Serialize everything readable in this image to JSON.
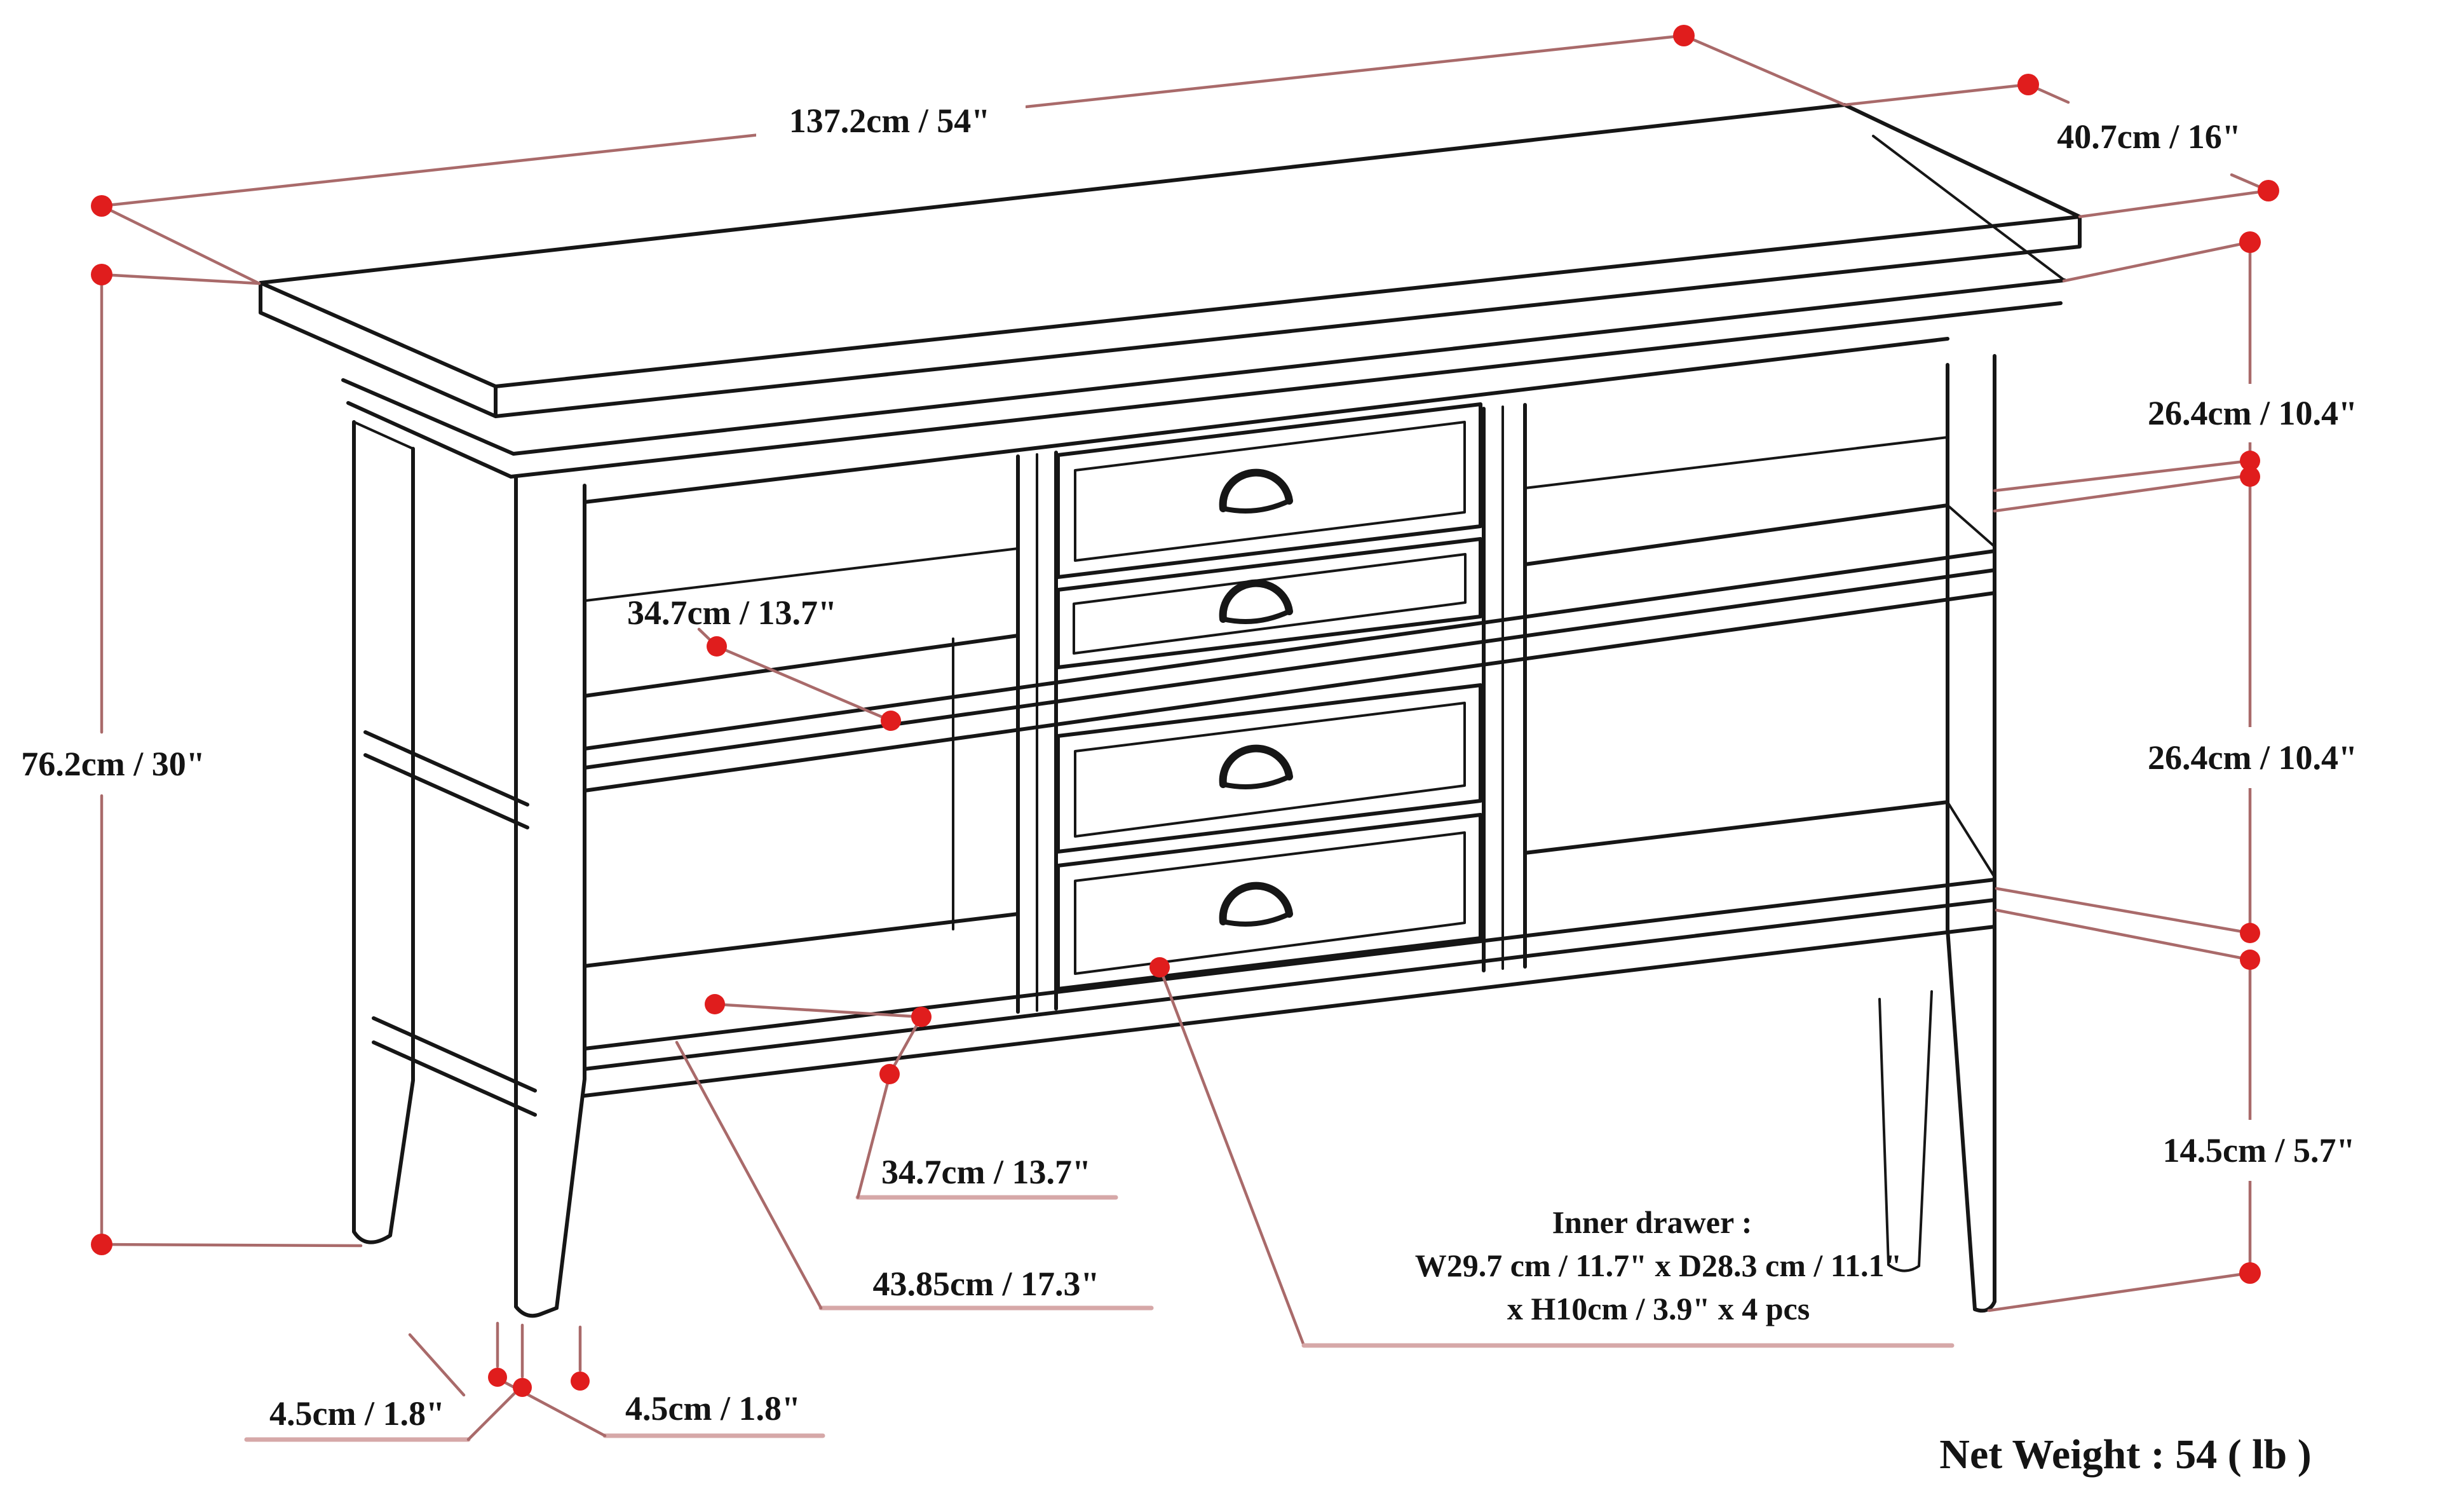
{
  "diagram": {
    "type": "furniture-dimension-diagram",
    "labels": {
      "overall_width": "137.2cm / 54\"",
      "top_depth": "40.7cm / 16\"",
      "upper_compartment_height": "26.4cm / 10.4\"",
      "lower_compartment_height": "26.4cm / 10.4\"",
      "leg_clearance_height": "14.5cm / 5.7\"",
      "overall_height": "76.2cm / 30\"",
      "mid_shelf_depth": "34.7cm / 13.7\"",
      "bottom_shelf_depth": "34.7cm / 13.7\"",
      "compartment_width": "43.85cm / 17.3\"",
      "leg_width": "4.5cm / 1.8\"",
      "leg_depth": "4.5cm / 1.8\""
    },
    "inner_drawer_note": {
      "line1": "Inner drawer :",
      "line2": "W29.7 cm / 11.7\" x D28.3 cm / 11.1\"",
      "line3": "x H10cm / 3.9\" x 4 pcs"
    },
    "net_weight": "Net Weight : 54 ( lb )",
    "drawer_count": 4,
    "colors": {
      "dimension_line": "#a96a6a",
      "platform_line": "#d6a8a8",
      "marker_dot": "#e01d1d",
      "drawing_line": "#161616",
      "text": "#141414",
      "background": "#ffffff"
    }
  }
}
